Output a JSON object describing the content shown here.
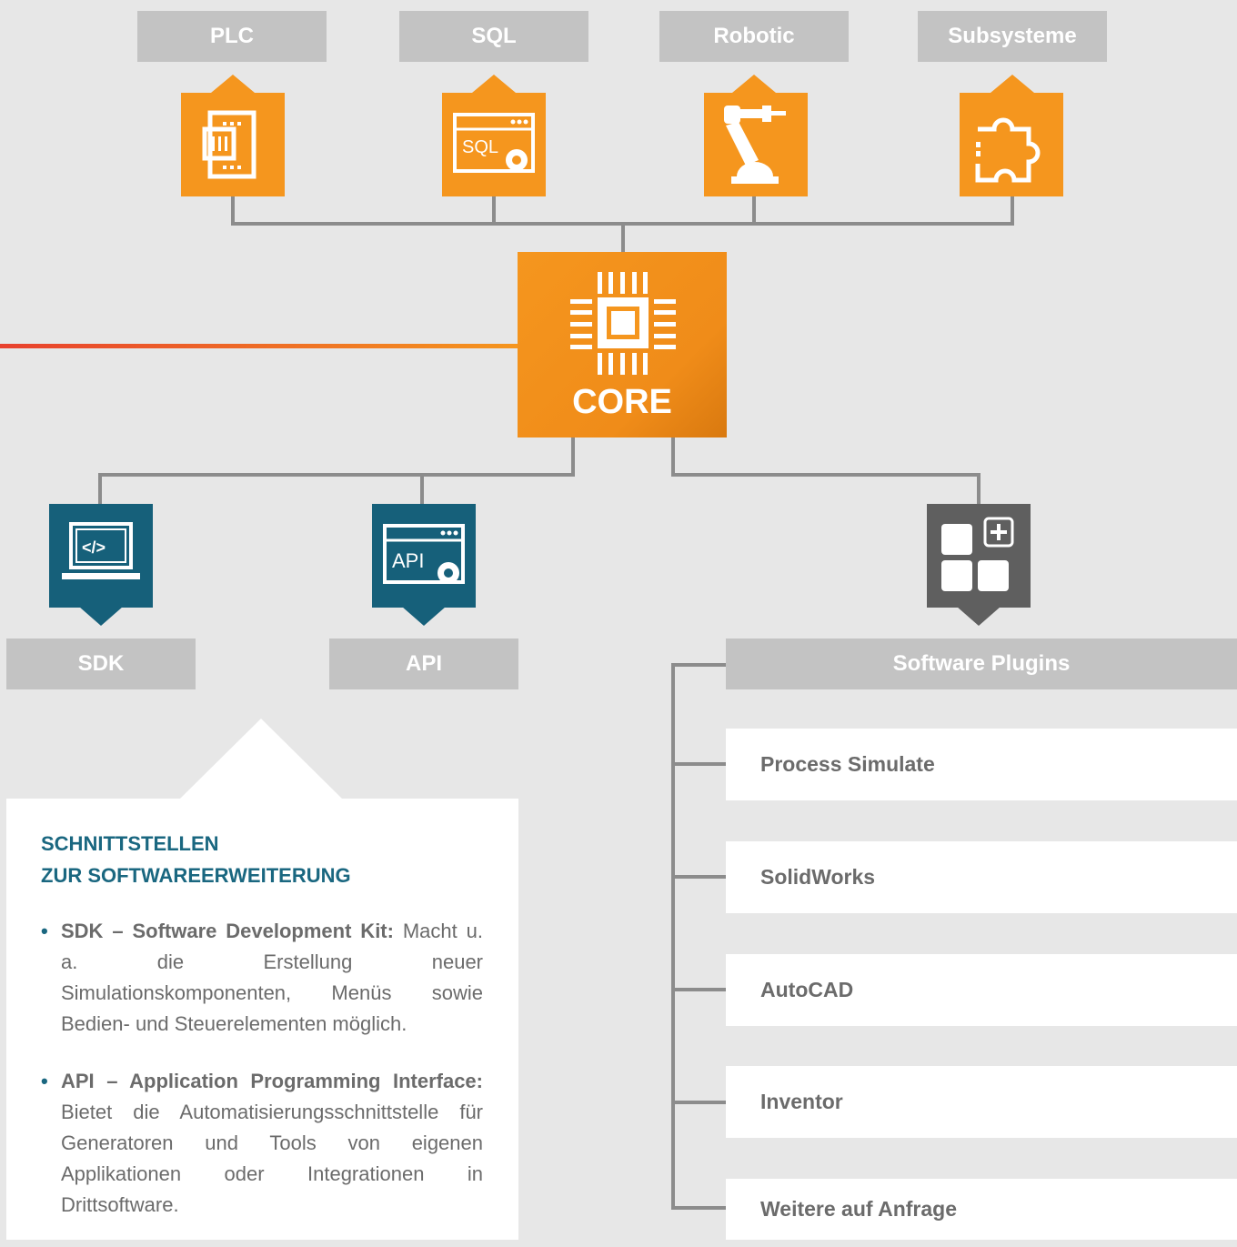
{
  "top_labels": [
    "PLC",
    "SQL",
    "Robotic",
    "Subsysteme"
  ],
  "core_label": "CORE",
  "bottom_labels": {
    "sdk": "SDK",
    "api": "API",
    "plugins": "Software Plugins"
  },
  "icon_texts": {
    "sql": "SQL",
    "api": "API",
    "sdk": "</>"
  },
  "plugins": [
    "Process Simulate",
    "SolidWorks",
    "AutoCAD",
    "Inventor",
    "Weitere auf Anfrage"
  ],
  "info": {
    "title_line1": "SCHNITTSTELLEN",
    "title_line2": "ZUR SOFTWAREERWEITERUNG",
    "bullets": [
      {
        "term": "SDK – Software Development Kit:",
        "text": " Macht u. a. die Erstellung neuer Simulationskomponenten, Menüs sowie Bedien- und Steuerelementen möglich."
      },
      {
        "term": "API – Application Programming Interface:",
        "text": " Bietet die Automatisierungsschnittstelle für Generatoren und Tools von eigenen Applikationen oder Integrationen in Drittsoftware."
      }
    ]
  },
  "colors": {
    "orange": "#f5961e",
    "teal": "#16607a",
    "dark_gray": "#5f5f5f",
    "label_gray": "#c3c3c3",
    "connector": "#8c8c8c",
    "accent_red": "#e8412e"
  }
}
